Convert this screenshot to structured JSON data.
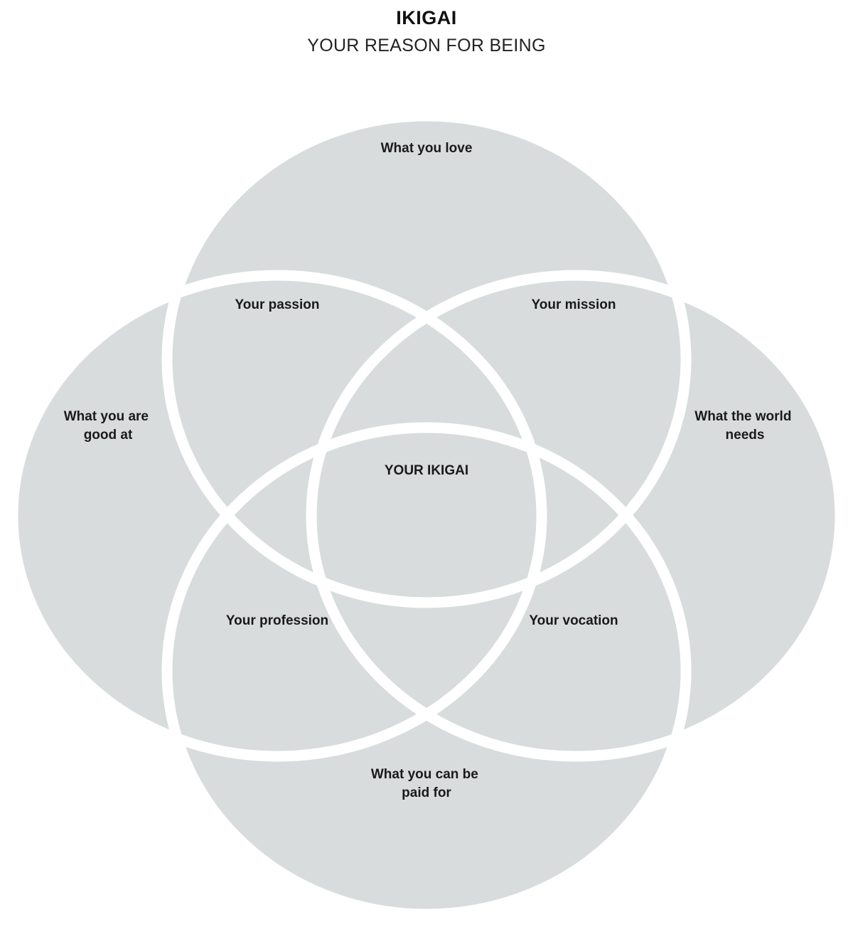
{
  "header": {
    "title": "IKIGAI",
    "subtitle": "YOUR REASON FOR BEING"
  },
  "colors": {
    "circle_fill": "#d8dcdd",
    "outline": "#ffffff",
    "text": "#1a1a1a",
    "background": "#ffffff"
  },
  "diagram": {
    "outer_labels": {
      "love": [
        "What you love"
      ],
      "good_at": [
        "What you are",
        "good at"
      ],
      "world_needs": [
        "What the world",
        "needs"
      ],
      "paid_for": [
        "What you can be",
        "paid for"
      ]
    },
    "overlap_labels": {
      "passion": "Your passion",
      "mission": "Your mission",
      "profession": "Your profession",
      "vocation": "Your vocation"
    },
    "center_label": "YOUR IKIGAI"
  }
}
